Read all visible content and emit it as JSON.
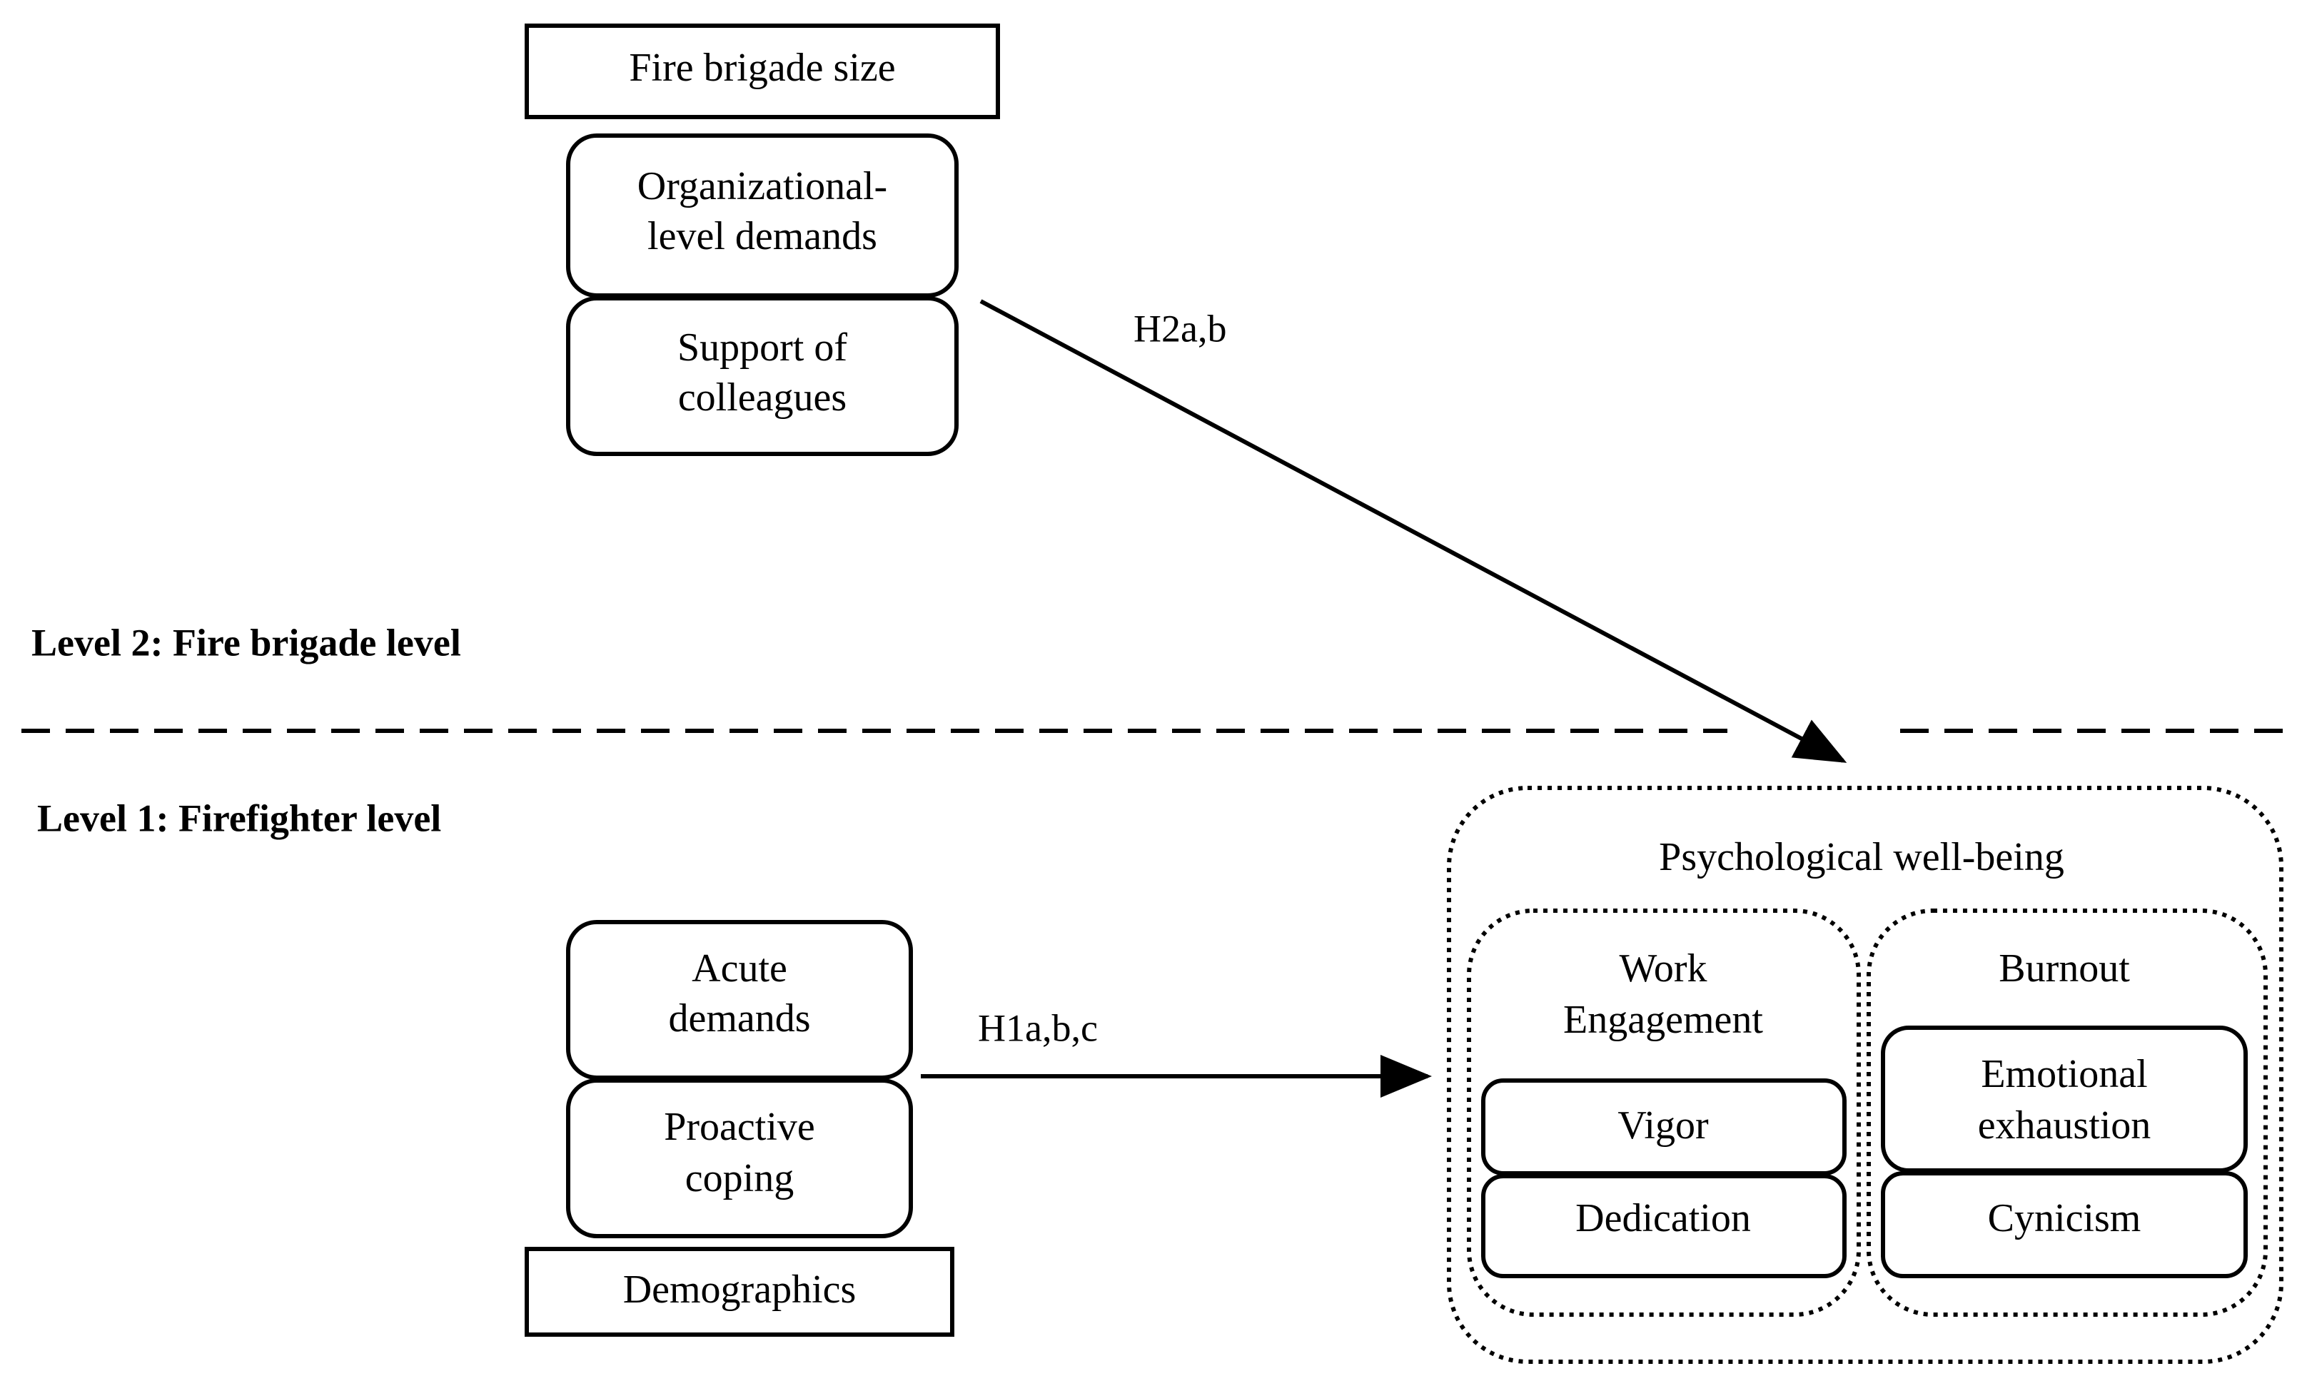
{
  "levels": {
    "level2": "Level 2: Fire brigade level",
    "level1": "Level 1: Firefighter level"
  },
  "boxes": {
    "fire_brigade_size": "Fire brigade size",
    "org_demands_line1": "Organizational-",
    "org_demands_line2": "level demands",
    "support_line1": "Support of",
    "support_line2": "colleagues",
    "acute_line1": "Acute",
    "acute_line2": "demands",
    "proactive_line1": "Proactive",
    "proactive_line2": "coping",
    "demographics": "Demographics"
  },
  "outcomes": {
    "title": "Psychological well-being",
    "work_engagement_line1": "Work",
    "work_engagement_line2": "Engagement",
    "vigor": "Vigor",
    "dedication": "Dedication",
    "burnout": "Burnout",
    "emotional_line1": "Emotional",
    "emotional_line2": "exhaustion",
    "cynicism": "Cynicism"
  },
  "hypotheses": {
    "h2": "H2a,b",
    "h1": "H1a,b,c"
  }
}
